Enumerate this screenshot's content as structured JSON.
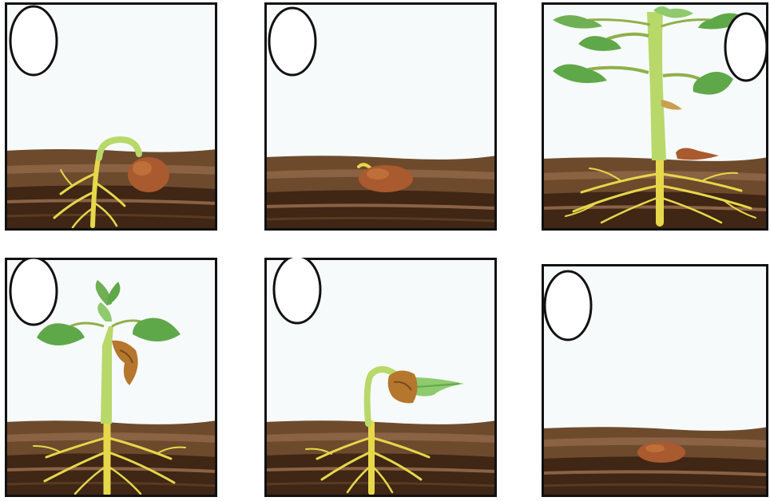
{
  "worksheet": {
    "panels": [
      {
        "id": "p1",
        "stage": "germinating-seed-root-and-hook",
        "answer_circle": ""
      },
      {
        "id": "p2",
        "stage": "seed-starting-to-sprout",
        "answer_circle": ""
      },
      {
        "id": "p3",
        "stage": "mature-plant",
        "answer_circle": ""
      },
      {
        "id": "p4",
        "stage": "seedling-with-first-leaves",
        "answer_circle": ""
      },
      {
        "id": "p5",
        "stage": "seedling-emerging-hook",
        "answer_circle": ""
      },
      {
        "id": "p6",
        "stage": "seed-in-soil",
        "answer_circle": ""
      }
    ]
  },
  "colors": {
    "frame": "#111111",
    "sky": "#f7fafa",
    "soil_top": "#6e4a2c",
    "soil_dark": "#3f2615",
    "soil_band": "#8a6244",
    "root": "#e6d84a",
    "stem": "#b8d86a",
    "leaf": "#5fa84a",
    "leaf_light": "#8fca6e",
    "seed": "#a95a2e",
    "seed_light": "#c9783e"
  }
}
